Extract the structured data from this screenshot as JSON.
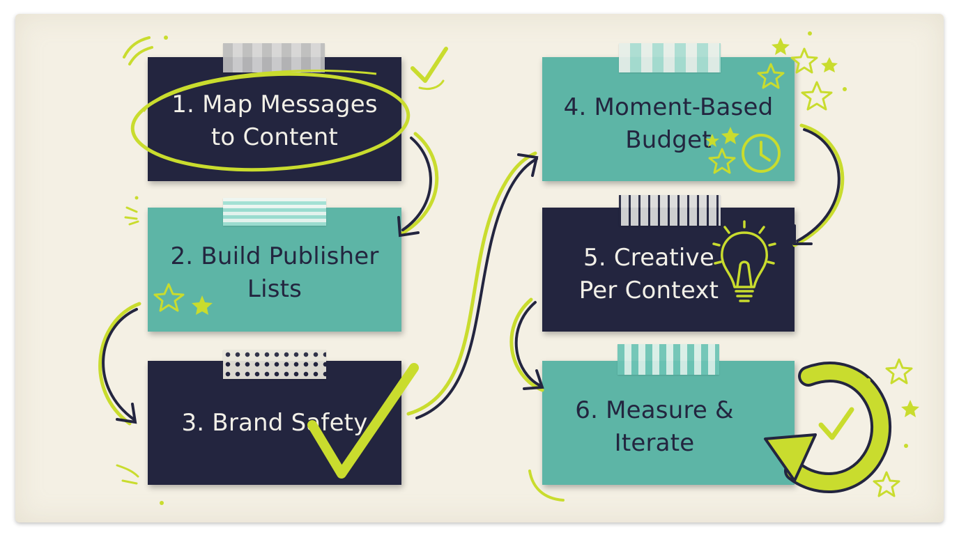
{
  "steps": [
    {
      "label": "1. Map Messages\nto Content"
    },
    {
      "label": "2. Build Publisher\nLists"
    },
    {
      "label": "3. Brand Safety"
    },
    {
      "label": "4. Moment-Based\nBudget"
    },
    {
      "label": "5. Creative\nPer Context"
    },
    {
      "label": "6. Measure &\nIterate"
    }
  ],
  "colors": {
    "navy": "#23253f",
    "teal": "#5db5a6",
    "lime": "#c9dc2e",
    "paper": "#f4f0e4"
  },
  "icons": [
    "check-icon",
    "star-icon",
    "clock-icon",
    "lightbulb-icon",
    "cycle-arrow-icon"
  ]
}
